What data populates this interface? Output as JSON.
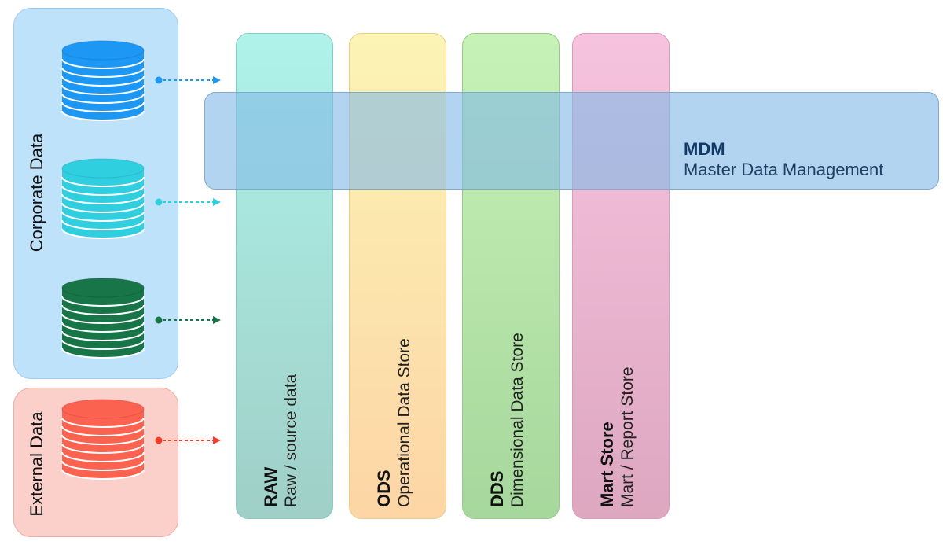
{
  "sources": {
    "corporate_label": "Corporate Data",
    "external_label": "External Data",
    "databases": [
      {
        "name": "corporate-db-blue",
        "color": "#1c97f3",
        "dark": "#1577c4"
      },
      {
        "name": "corporate-db-cyan",
        "color": "#2fcfe0",
        "dark": "#21a9ba"
      },
      {
        "name": "corporate-db-green",
        "color": "#177548",
        "dark": "#0f5535"
      },
      {
        "name": "external-db-red",
        "color": "#fb6250",
        "dark": "#d64636"
      }
    ]
  },
  "layers": [
    {
      "name": "RAW",
      "description": "Raw / source data"
    },
    {
      "name": "ODS",
      "description": "Operational Data Store"
    },
    {
      "name": "DDS",
      "description": "Dimensional Data Store"
    },
    {
      "name": "Mart Store",
      "description": "Mart / Report Store"
    }
  ],
  "mdm": {
    "name": "MDM",
    "description": "Master Data Management"
  },
  "connectors": [
    {
      "color": "#1c97f3"
    },
    {
      "color": "#2fcfe0"
    },
    {
      "color": "#177548"
    },
    {
      "color": "#fb3b2a"
    }
  ]
}
